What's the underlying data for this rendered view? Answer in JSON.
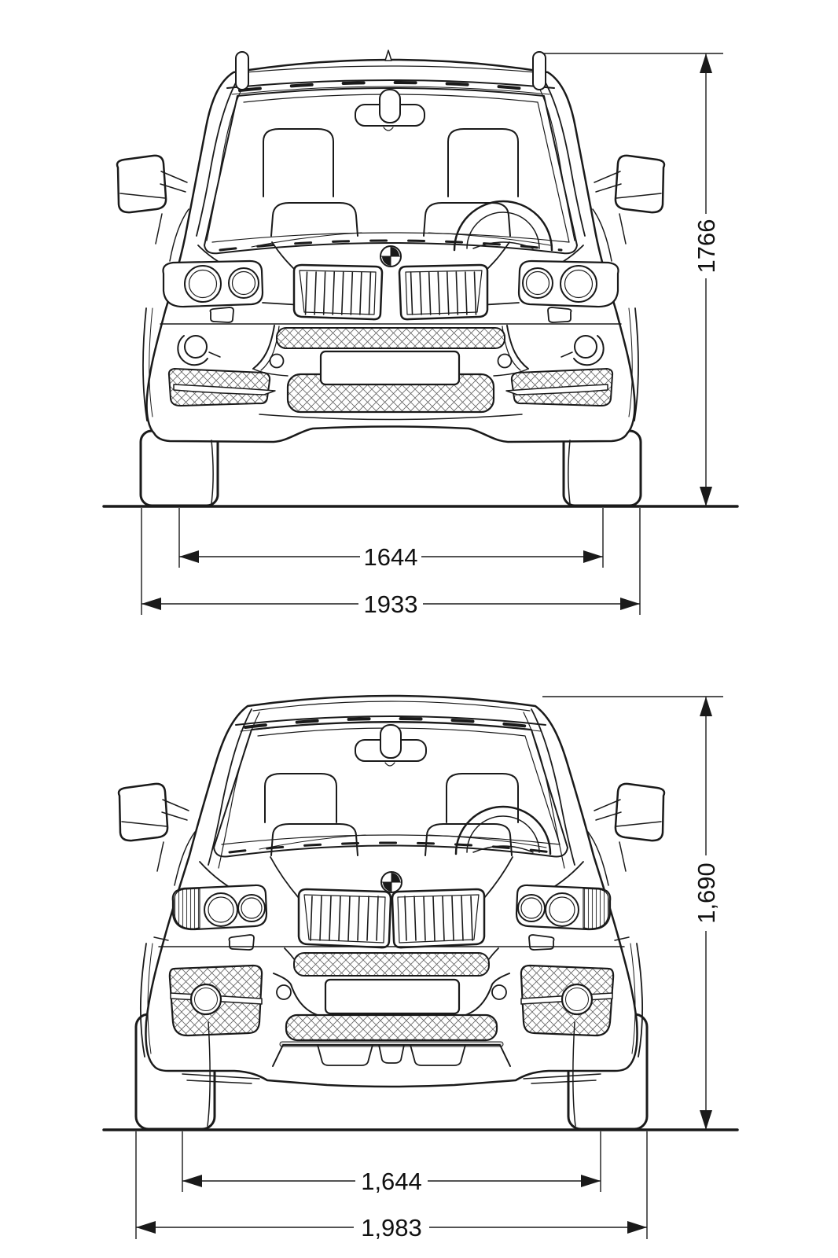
{
  "page": {
    "background": "#ffffff",
    "line_color": "#1a1a1a"
  },
  "icons": {
    "badge": "bmw-roundel"
  },
  "dimensions": {
    "top_drawing": {
      "height": "1766",
      "track_width": "1644",
      "overall_width": "1933"
    },
    "bottom_drawing": {
      "height": "1,690",
      "track_width": "1,644",
      "overall_width": "1,983"
    }
  }
}
